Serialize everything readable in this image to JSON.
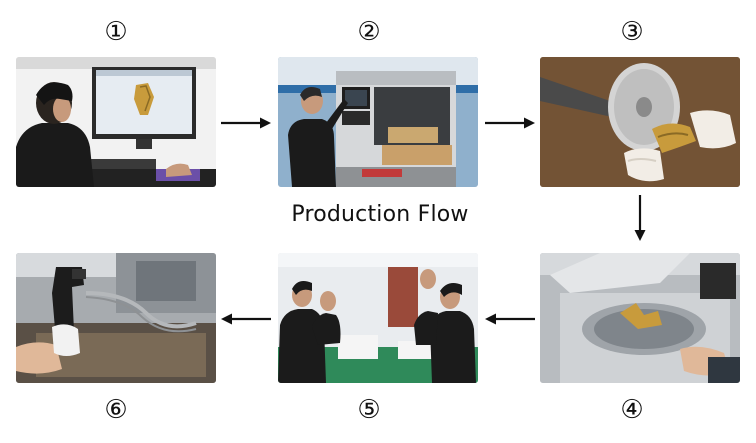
{
  "title": "Production Flow",
  "steps": [
    {
      "number": "①"
    },
    {
      "number": "②"
    },
    {
      "number": "③"
    },
    {
      "number": "④"
    },
    {
      "number": "⑤"
    },
    {
      "number": "⑥"
    }
  ],
  "colors": {
    "arrow": "#111111",
    "monitor_screen": "#e6ecf2",
    "brass": "#c89b3c",
    "machine_gray": "#9a9fa4",
    "table_green": "#2f8a5a"
  }
}
